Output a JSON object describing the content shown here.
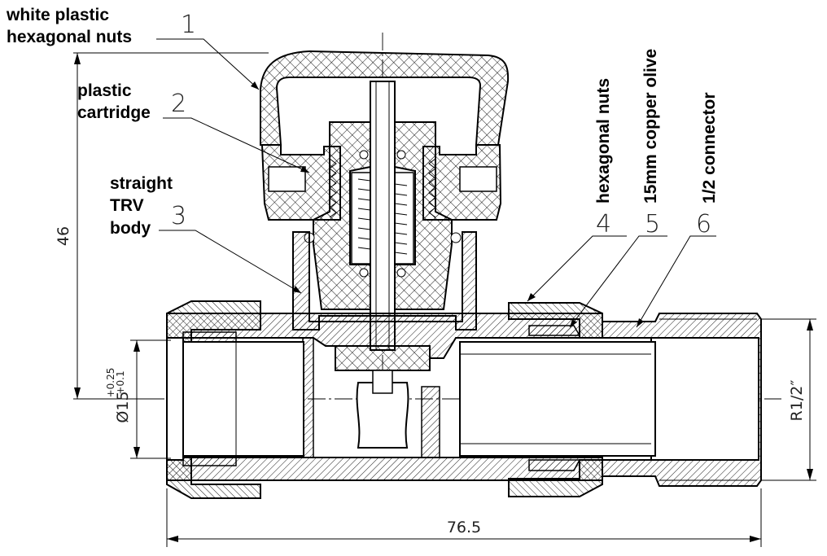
{
  "labels": {
    "white_plastic_nuts": [
      "white plastic",
      "hexagonal nuts"
    ],
    "plastic_cartridge": [
      "plastic",
      "cartridge"
    ],
    "straight_trv_body": [
      "straight",
      "TRV",
      "body"
    ],
    "hexagonal_nuts": "hexagonal nuts",
    "copper_olive": "15mm copper olive",
    "connector": "1/2 connector"
  },
  "callout_numbers": [
    "1",
    "2",
    "3",
    "4",
    "5",
    "6"
  ],
  "dimensions": {
    "height": "46",
    "length": "76.5",
    "pipe_diameter": "Ø15",
    "pipe_tolerance_upper": "+0.25",
    "pipe_tolerance_lower": "+0.1",
    "thread": "R1/2″"
  },
  "colors": {
    "line": "#000000",
    "background": "#ffffff",
    "text": "#222222"
  }
}
